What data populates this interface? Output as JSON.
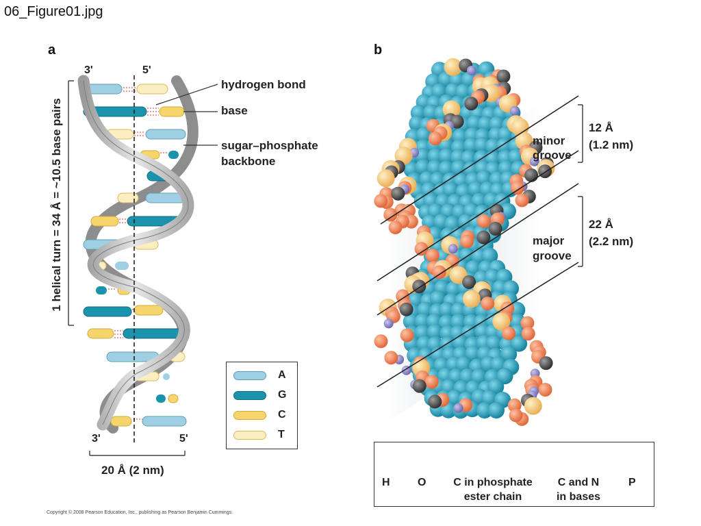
{
  "file_title": "06_Figure01.jpg",
  "panel_a": {
    "letter": "a",
    "strand_top_left": "3'",
    "strand_top_right": "5'",
    "strand_bottom_left": "3'",
    "strand_bottom_right": "5'",
    "label_hydrogen_bond": "hydrogen bond",
    "label_base": "base",
    "label_backbone_line1": "sugar–phosphate",
    "label_backbone_line2": "backbone",
    "turn_label": "1 helical turn = 34 Å = ~10.5 base pairs",
    "width_label": "20 Å (2 nm)",
    "legend": [
      {
        "label": "A",
        "color": "#9fcfe3"
      },
      {
        "label": "G",
        "color": "#1b93ad"
      },
      {
        "label": "C",
        "color": "#f6d56c"
      },
      {
        "label": "T",
        "color": "#fbeec0"
      }
    ]
  },
  "panel_b": {
    "letter": "b",
    "minor_groove_line1": "minor",
    "minor_groove_line2": "groove",
    "minor_size_line1": "12 Å",
    "minor_size_line2": "(1.2 nm)",
    "major_groove_line1": "major",
    "major_groove_line2": "groove",
    "major_size_line1": "22 Å",
    "major_size_line2": "(2.2 nm)",
    "legend": [
      {
        "label_line1": "H",
        "label_line2": "",
        "color": "#8b86c8"
      },
      {
        "label_line1": "O",
        "label_line2": "",
        "color": "#f08a5d"
      },
      {
        "label_line1": "C in phosphate",
        "label_line2": "ester chain",
        "color": "#5a5a5a"
      },
      {
        "label_line1": "C and N",
        "label_line2": "in  bases",
        "color": "#2aa6c4"
      },
      {
        "label_line1": "P",
        "label_line2": "",
        "color": "#f6c978"
      }
    ]
  },
  "copyright": "Copyright © 2008 Pearson Education, Inc., publishing as Pearson Benjamin Cummings."
}
